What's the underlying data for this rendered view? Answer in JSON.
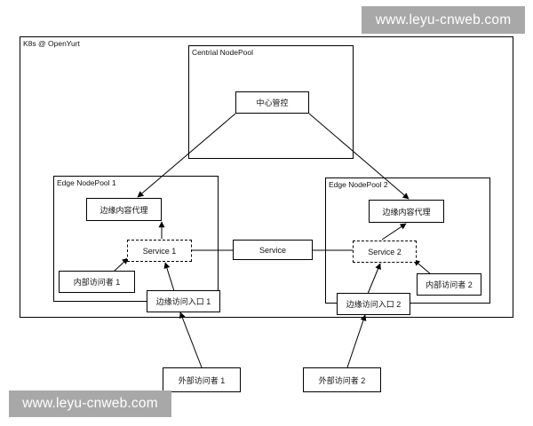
{
  "watermarks": {
    "top": "www.leyu-cnweb.com",
    "bottom": "www.leyu-cnweb.com",
    "color": "#a8a8a8"
  },
  "diagram": {
    "cluster_label": "K8s @ OpenYurt",
    "central_pool": {
      "label": "Centrial NodePool",
      "hub": "中心管控"
    },
    "edge_pool_1": {
      "label": "Edge NodePool 1",
      "proxy": "边缘内容代理",
      "service": "Service 1",
      "internal_visitor": "内部访问者 1",
      "ingress": "边缘访问入口 1"
    },
    "edge_pool_2": {
      "label": "Edge NodePool 2",
      "proxy": "边缘内容代理",
      "service": "Service 2",
      "internal_visitor": "内部访问者 2",
      "ingress": "边缘访问入口 2"
    },
    "shared_service": "Service",
    "external_visitor_1": "外部访问者 1",
    "external_visitor_2": "外部访问者 2"
  }
}
